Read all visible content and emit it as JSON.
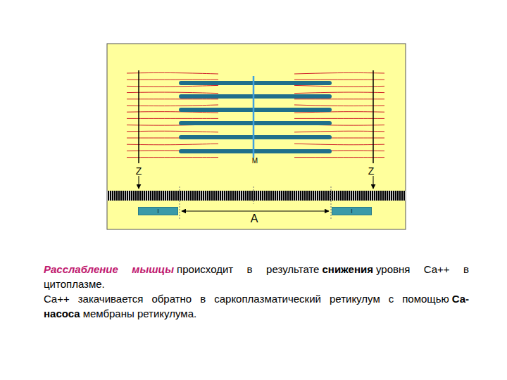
{
  "diagram": {
    "nodes": [
      {
        "text": [
          "I"
        ]
      },
      {
        "text": [
          "I"
        ]
      }
    ],
    "labels": [
      "Z",
      "M",
      "Z",
      "A",
      "Расслабление мышцы",
      "происходит в результате",
      "снижения",
      "уровня Ca++ в цитоплазме.",
      "Ca++ закачивается обратно в саркоплазматический ретикулум с помощью",
      "Ca-насоса",
      "мембраны ретикулума."
    ]
  }
}
